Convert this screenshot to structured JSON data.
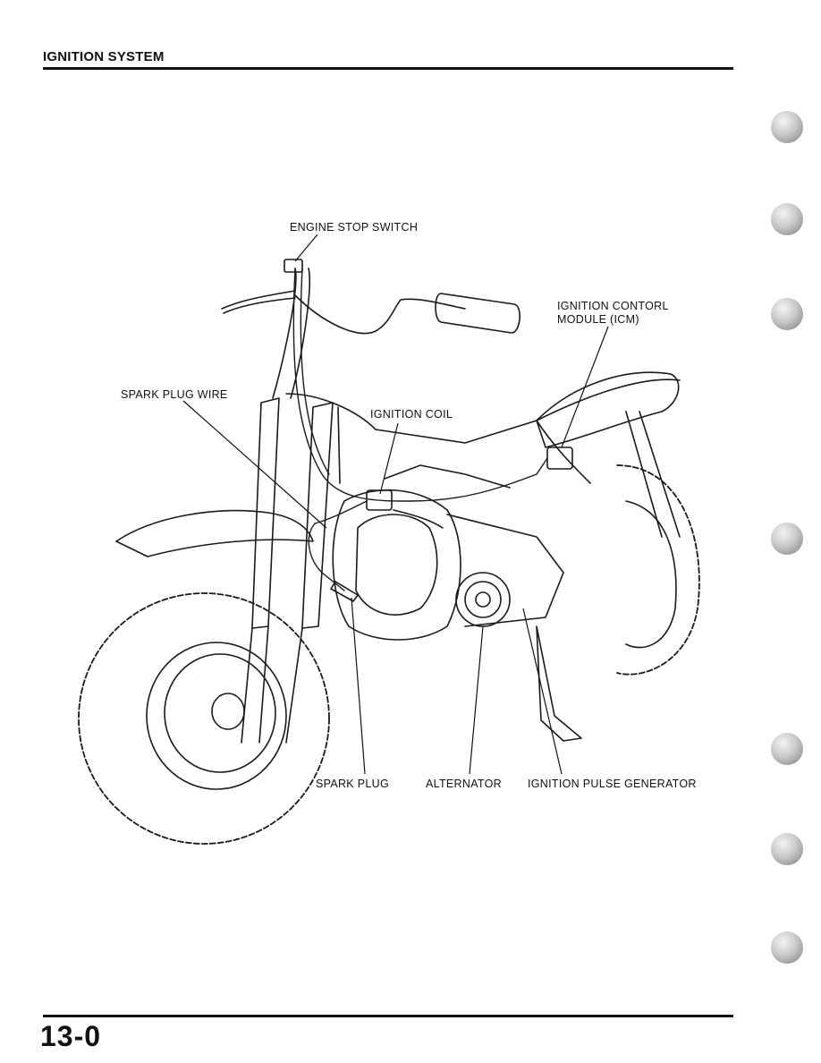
{
  "header": {
    "title": "IGNITION SYSTEM"
  },
  "footer": {
    "page_number": "13-0"
  },
  "figure": {
    "labels": {
      "engine_stop_switch": "ENGINE STOP SWITCH",
      "ignition_control_module": "IGNITION CONTORL",
      "ignition_control_module_2": "MODULE (ICM)",
      "spark_plug_wire": "SPARK PLUG WIRE",
      "ignition_coil": "IGNITION COIL",
      "spark_plug": "SPARK PLUG",
      "alternator": "ALTERNATOR",
      "ignition_pulse_generator": "IGNITION PULSE GENERATOR"
    }
  }
}
